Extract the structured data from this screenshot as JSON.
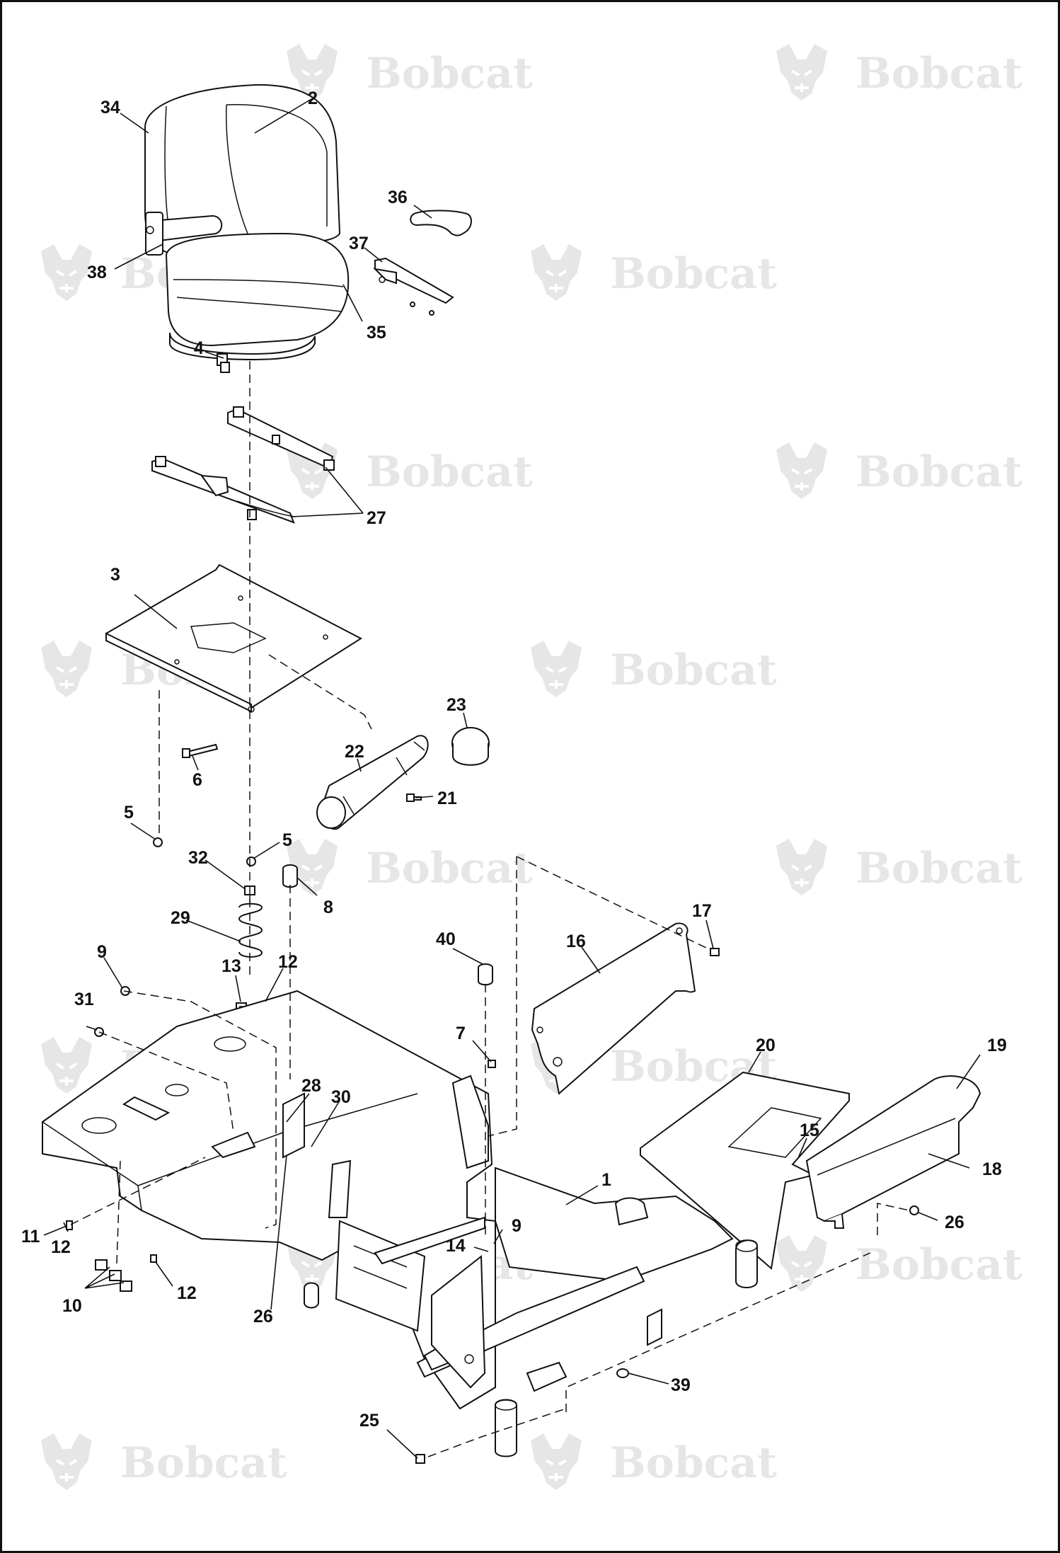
{
  "watermark": {
    "text": "Bobcat",
    "icon": "bobcat-logo-icon"
  },
  "callouts": [
    {
      "id": "c34",
      "text": "34"
    },
    {
      "id": "c2",
      "text": "2"
    },
    {
      "id": "c36",
      "text": "36"
    },
    {
      "id": "c37",
      "text": "37"
    },
    {
      "id": "c38",
      "text": "38"
    },
    {
      "id": "c35",
      "text": "35"
    },
    {
      "id": "c4",
      "text": "4"
    },
    {
      "id": "c27",
      "text": "27"
    },
    {
      "id": "c3",
      "text": "3"
    },
    {
      "id": "c23",
      "text": "23"
    },
    {
      "id": "c22",
      "text": "22"
    },
    {
      "id": "c21",
      "text": "21"
    },
    {
      "id": "c6",
      "text": "6"
    },
    {
      "id": "c5a",
      "text": "5"
    },
    {
      "id": "c5b",
      "text": "5"
    },
    {
      "id": "c32",
      "text": "32"
    },
    {
      "id": "c8",
      "text": "8"
    },
    {
      "id": "c29",
      "text": "29"
    },
    {
      "id": "c9a",
      "text": "9"
    },
    {
      "id": "c13",
      "text": "13"
    },
    {
      "id": "c12a",
      "text": "12"
    },
    {
      "id": "c31",
      "text": "31"
    },
    {
      "id": "c40",
      "text": "40"
    },
    {
      "id": "c16",
      "text": "16"
    },
    {
      "id": "c17",
      "text": "17"
    },
    {
      "id": "c7",
      "text": "7"
    },
    {
      "id": "c20",
      "text": "20"
    },
    {
      "id": "c19",
      "text": "19"
    },
    {
      "id": "c28",
      "text": "28"
    },
    {
      "id": "c30",
      "text": "30"
    },
    {
      "id": "c15",
      "text": "15"
    },
    {
      "id": "c18",
      "text": "18"
    },
    {
      "id": "c1",
      "text": "1"
    },
    {
      "id": "c11",
      "text": "11"
    },
    {
      "id": "c12b",
      "text": "12"
    },
    {
      "id": "c26a",
      "text": "26"
    },
    {
      "id": "c9b",
      "text": "9"
    },
    {
      "id": "c14",
      "text": "14"
    },
    {
      "id": "c10",
      "text": "10"
    },
    {
      "id": "c12c",
      "text": "12"
    },
    {
      "id": "c26b",
      "text": "26"
    },
    {
      "id": "c39",
      "text": "39"
    },
    {
      "id": "c25",
      "text": "25"
    }
  ]
}
